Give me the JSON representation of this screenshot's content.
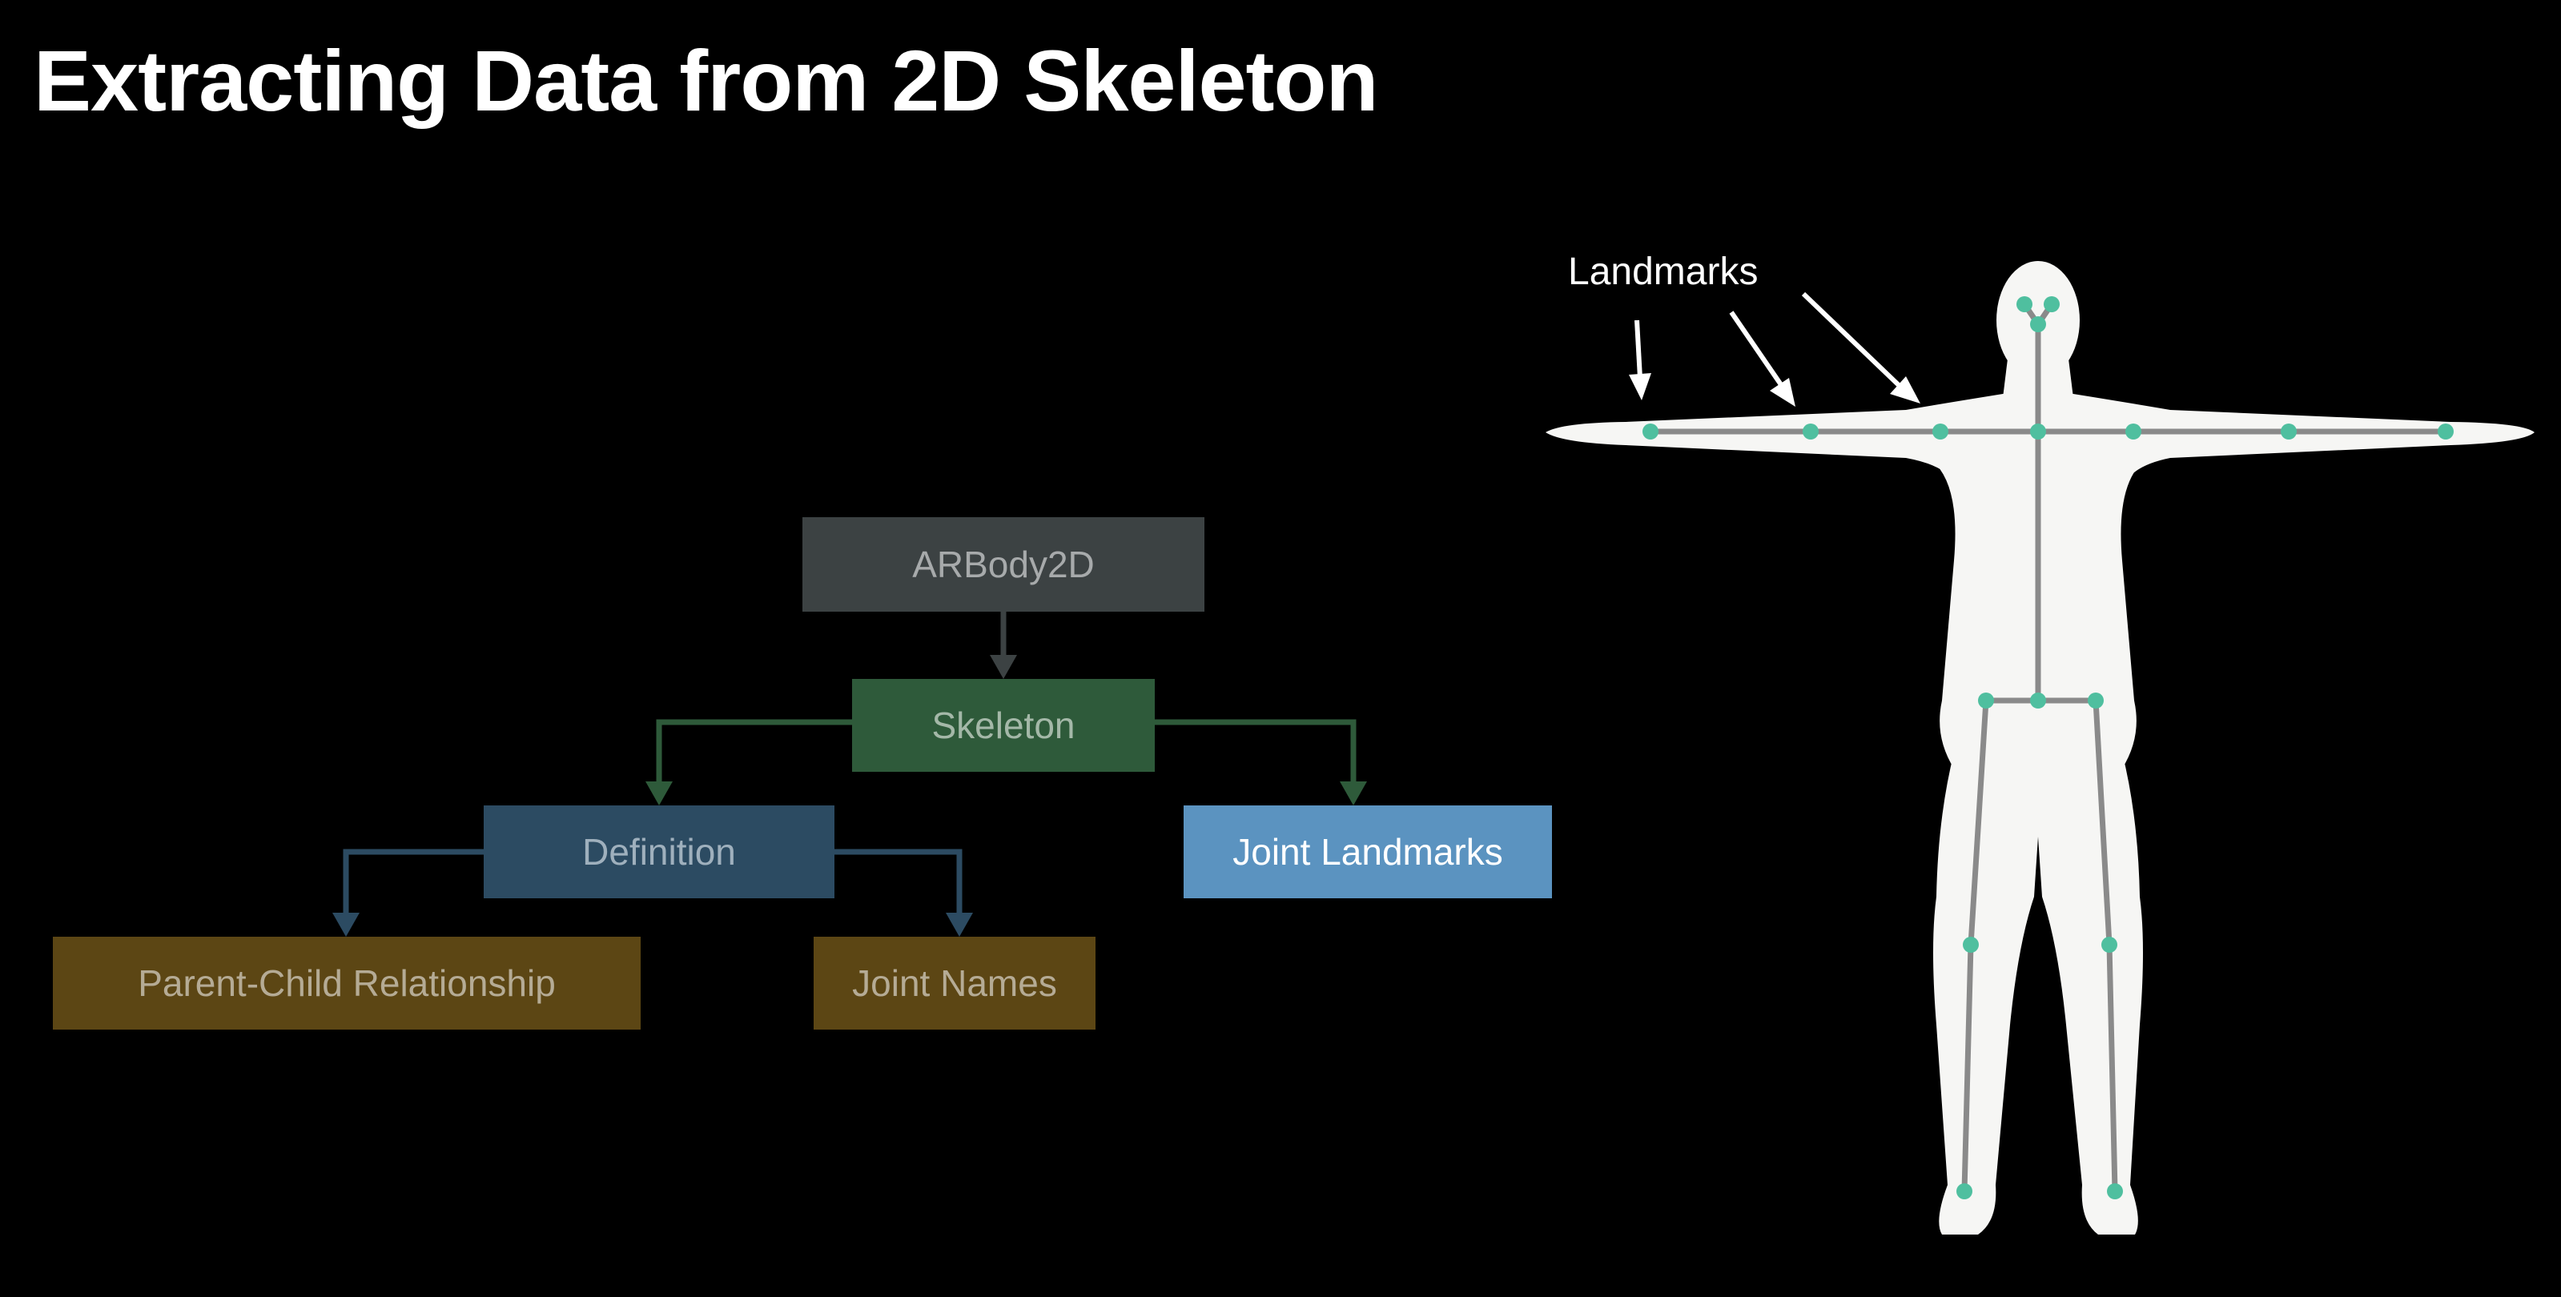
{
  "slide": {
    "title": "Extracting Data from 2D Skeleton"
  },
  "hierarchy": {
    "root": "ARBody2D",
    "child": "Skeleton",
    "definition": "Definition",
    "joint_landmarks": "Joint Landmarks",
    "parent_child": "Parent-Child Relationship",
    "joint_names": "Joint Names"
  },
  "figure": {
    "label": "Landmarks",
    "landmark_color": "#4fbf9f",
    "bone_color": "#8a8a8a",
    "body_color": "#f6f6f4"
  },
  "colors": {
    "background": "#000000",
    "arbody_box": "#3c4243",
    "skeleton_box": "#2e5a3a",
    "definition_box": "#2c4b62",
    "joint_landmarks_box": "#5b93c0",
    "leaf_box": "#5c4614"
  }
}
